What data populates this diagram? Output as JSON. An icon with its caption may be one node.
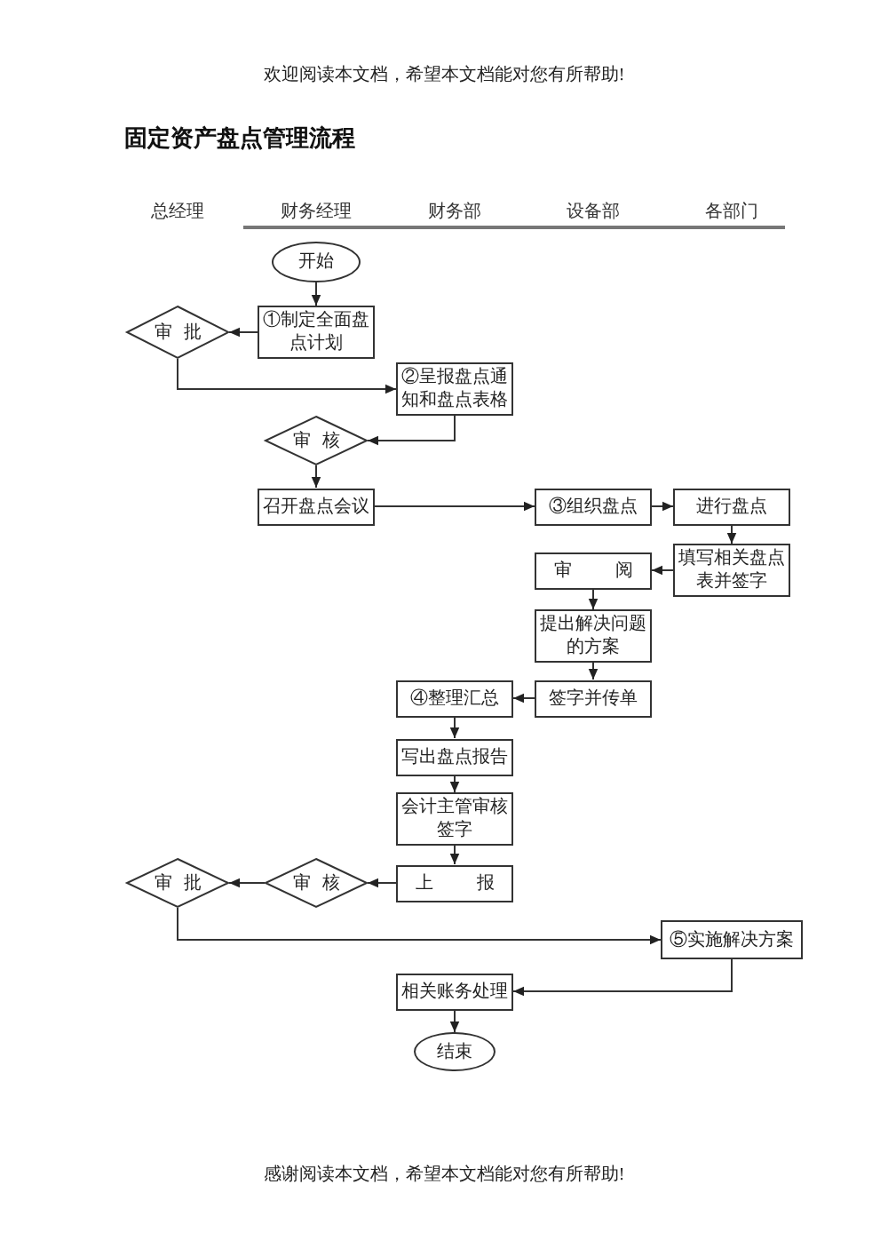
{
  "diagram": {
    "title": "固定资产盘点管理流程",
    "nodes": [
      {
        "text": [
          "开始"
        ]
      },
      {
        "text": [
          "①制定全面盘点计划"
        ]
      },
      {
        "text": [
          "审 批"
        ]
      },
      {
        "text": [
          "②呈报盘点通知和盘点表格"
        ]
      },
      {
        "text": [
          "审 核"
        ]
      },
      {
        "text": [
          "召开盘点会议"
        ]
      },
      {
        "text": [
          "③组织盘点"
        ]
      },
      {
        "text": [
          "进行盘点"
        ]
      },
      {
        "text": [
          "填写相关盘点表并签字"
        ]
      },
      {
        "text": [
          "审 阅"
        ]
      },
      {
        "text": [
          "提出解决问题的方案"
        ]
      },
      {
        "text": [
          "签字并传单"
        ]
      },
      {
        "text": [
          "④整理汇总"
        ]
      },
      {
        "text": [
          "写出盘点报告"
        ]
      },
      {
        "text": [
          "会计主管审核签字"
        ]
      },
      {
        "text": [
          "上 报"
        ]
      },
      {
        "text": [
          "审 核"
        ]
      },
      {
        "text": [
          "审 批"
        ]
      },
      {
        "text": [
          "⑤实施解决方案"
        ]
      },
      {
        "text": [
          "相关账务处理"
        ]
      },
      {
        "text": [
          "结束"
        ]
      }
    ],
    "edges": [
      {
        "from": 0,
        "to": 1,
        "arrow": "to"
      },
      {
        "from": 1,
        "to": 2,
        "arrow": "to"
      },
      {
        "from": 2,
        "to": 3,
        "arrow": "to"
      },
      {
        "from": 3,
        "to": 4,
        "arrow": "to"
      },
      {
        "from": 4,
        "to": 5,
        "arrow": "to"
      },
      {
        "from": 5,
        "to": 6,
        "arrow": "to"
      },
      {
        "from": 6,
        "to": 7,
        "arrow": "to"
      },
      {
        "from": 7,
        "to": 8,
        "arrow": "to"
      },
      {
        "from": 8,
        "to": 9,
        "arrow": "to"
      },
      {
        "from": 9,
        "to": 10,
        "arrow": "to"
      },
      {
        "from": 10,
        "to": 11,
        "arrow": "to"
      },
      {
        "from": 11,
        "to": 12,
        "arrow": "to"
      },
      {
        "from": 12,
        "to": 13,
        "arrow": "to"
      },
      {
        "from": 13,
        "to": 14,
        "arrow": "to"
      },
      {
        "from": 14,
        "to": 15,
        "arrow": "to"
      },
      {
        "from": 15,
        "to": 16,
        "arrow": "to"
      },
      {
        "from": 16,
        "to": 17,
        "arrow": "to"
      },
      {
        "from": 17,
        "to": 18,
        "arrow": "to"
      },
      {
        "from": 18,
        "to": 19,
        "arrow": "to"
      },
      {
        "from": 19,
        "to": 20,
        "arrow": "to"
      }
    ],
    "labels": [
      "欢迎阅读本文档，希望本文档能对您有所帮助!",
      "总经理",
      "财务经理",
      "财务部",
      "设备部",
      "各部门",
      "感谢阅读本文档，希望本文档能对您有所帮助!"
    ]
  }
}
